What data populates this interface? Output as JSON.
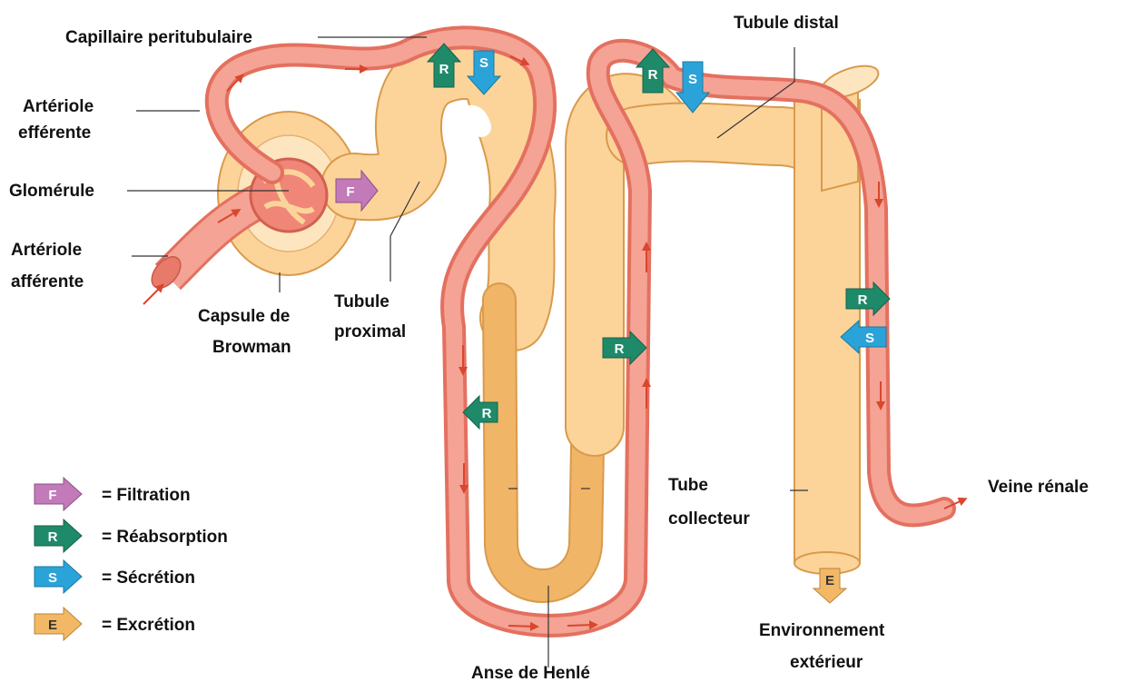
{
  "labels": {
    "capillaire": "Capillaire peritubulaire",
    "arteriole_efferente_1": "Artériole",
    "arteriole_efferente_2": "efférente",
    "glomerule": "Glomérule",
    "arteriole_afferente_1": "Artériole",
    "arteriole_afferente_2": "afférente",
    "capsule_1": "Capsule de",
    "capsule_2": "Browman",
    "tubule_proximal_1": "Tubule",
    "tubule_proximal_2": "proximal",
    "tubule_distal": "Tubule distal",
    "tube_collecteur_1": "Tube",
    "tube_collecteur_2": "collecteur",
    "veine_renale": "Veine rénale",
    "anse_henle": "Anse  de Henlé",
    "environnement_1": "Environnement",
    "environnement_2": "extérieur"
  },
  "arrow_letters": {
    "filtration": "F",
    "reabsorption": "R",
    "secretion": "S",
    "excretion": "E"
  },
  "legend": [
    {
      "letter": "F",
      "text": "= Filtration",
      "color": "#c27bb8"
    },
    {
      "letter": "R",
      "text": "= Réabsorption",
      "color": "#1f8a6a"
    },
    {
      "letter": "S",
      "text": "= Sécrétion",
      "color": "#2aa3d8"
    },
    {
      "letter": "E",
      "text": "= Excrétion",
      "color": "#f2b865"
    }
  ],
  "colors": {
    "tubule_fill": "#fcd49a",
    "tubule_dark": "#f0b567",
    "tubule_outline": "#d99a4c",
    "vessel": "#ef8678",
    "vessel_light": "#f6b0a3",
    "flow_arrow": "#d9462e"
  }
}
